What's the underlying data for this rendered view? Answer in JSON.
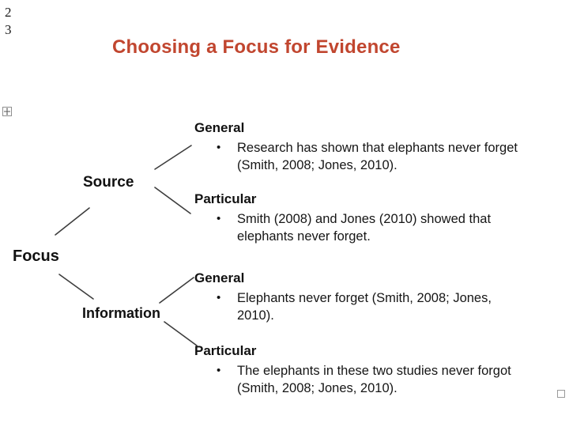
{
  "slide": {
    "page_numbers": [
      "2",
      "3"
    ],
    "title": "Choosing a Focus for Evidence",
    "title_color": "#C1462F",
    "connector_color": "#3d3d3d",
    "bullet_char": "•"
  },
  "diagram": {
    "root_label": "Focus",
    "nodes": [
      {
        "label": "Source"
      },
      {
        "label": "Information"
      }
    ]
  },
  "blocks": [
    {
      "heading": "General",
      "bullet": "Research has shown that elephants never forget (Smith, 2008; Jones, 2010)."
    },
    {
      "heading": "Particular",
      "bullet": "Smith (2008) and Jones (2010) showed that elephants never forget."
    },
    {
      "heading": "General",
      "bullet": "Elephants never forget (Smith, 2008; Jones, 2010)."
    },
    {
      "heading": "Particular",
      "bullet": "The elephants in these two studies never forgot (Smith, 2008; Jones, 2010)."
    }
  ]
}
